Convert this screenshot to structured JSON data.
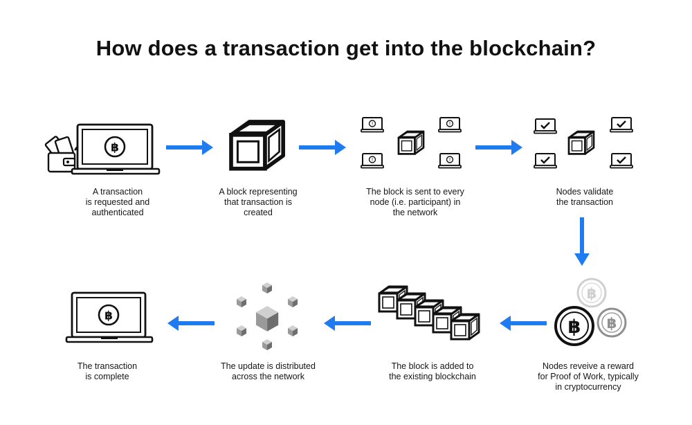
{
  "title": "How does a transaction get into the blockchain?",
  "colors": {
    "arrow": "#1e7bf0",
    "ink": "#111111",
    "faded": "#bdbdbd",
    "mid": "#8a8a8a"
  },
  "coin_symbol": "฿",
  "steps": [
    {
      "caption": "A transaction\nis requested and\nauthenticated",
      "icons": [
        "wallet-icon",
        "laptop-icon",
        "bitcoin-icon"
      ]
    },
    {
      "caption": "A block representing\nthat transaction is\ncreated",
      "icons": [
        "cube-icon"
      ]
    },
    {
      "caption": "The block is sent to every\nnode (i.e. participant) in\nthe network",
      "icons": [
        "laptop-icon",
        "cube-icon"
      ]
    },
    {
      "caption": "Nodes validate\nthe transaction",
      "icons": [
        "laptop-check-icon",
        "cube-icon"
      ]
    },
    {
      "caption": "Nodes reveive a reward\nfor Proof of Work, typically\nin cryptocurrency",
      "icons": [
        "bitcoin-coin-icon"
      ]
    },
    {
      "caption": "The block is added to\nthe existing blockchain",
      "icons": [
        "blockchain-icon"
      ]
    },
    {
      "caption": "The update is distributed\nacross the network",
      "icons": [
        "network-cube-icon"
      ]
    },
    {
      "caption": "The transaction\nis complete",
      "icons": [
        "laptop-icon",
        "bitcoin-icon"
      ]
    }
  ]
}
